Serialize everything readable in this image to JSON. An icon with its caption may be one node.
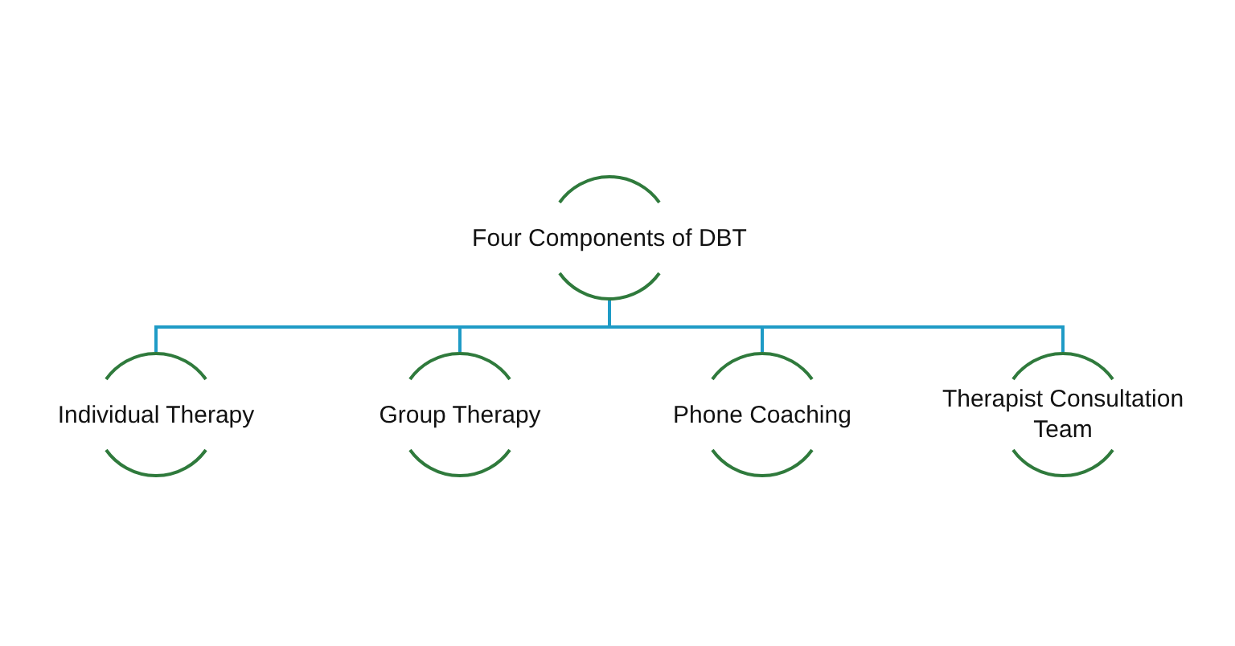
{
  "diagram": {
    "nodes": [
      {
        "text": [
          "Four Components of DBT"
        ]
      },
      {
        "text": [
          "Individual Therapy"
        ]
      },
      {
        "text": [
          "Group Therapy"
        ]
      },
      {
        "text": [
          "Phone Coaching"
        ]
      },
      {
        "text": [
          "Therapist Consultation Team"
        ]
      }
    ],
    "edges": [
      {
        "from": 0,
        "to": 1,
        "arrow": "none"
      },
      {
        "from": 0,
        "to": 2,
        "arrow": "none"
      },
      {
        "from": 0,
        "to": 3,
        "arrow": "none"
      },
      {
        "from": 0,
        "to": 4,
        "arrow": "none"
      }
    ]
  }
}
